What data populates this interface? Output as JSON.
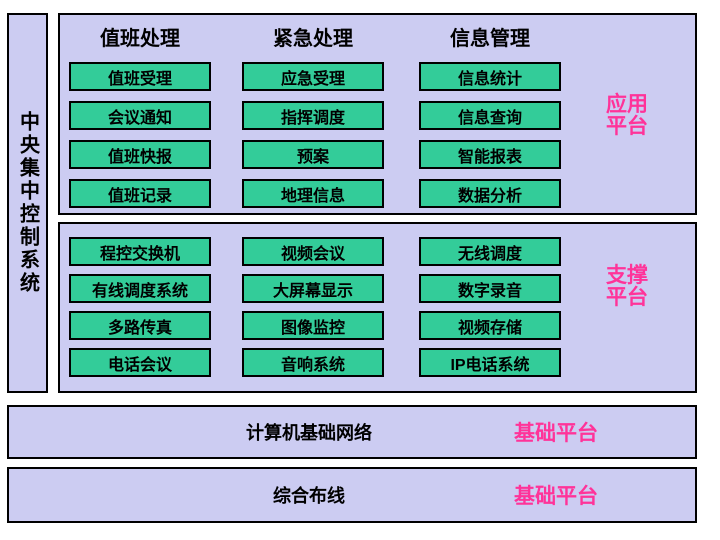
{
  "system_title": "中央集中控制系统",
  "application": {
    "label": "应用平台",
    "columns": [
      {
        "header": "值班处理",
        "items": [
          "值班受理",
          "会议通知",
          "值班快报",
          "值班记录"
        ]
      },
      {
        "header": "紧急处理",
        "items": [
          "应急受理",
          "指挥调度",
          "预案",
          "地理信息"
        ]
      },
      {
        "header": "信息管理",
        "items": [
          "信息统计",
          "信息查询",
          "智能报表",
          "数据分析"
        ]
      }
    ]
  },
  "support": {
    "label": "支撑平台",
    "columns": [
      {
        "items": [
          "程控交换机",
          "有线调度系统",
          "多路传真",
          "电话会议"
        ]
      },
      {
        "items": [
          "视频会议",
          "大屏幕显示",
          "图像监控",
          "音响系统"
        ]
      },
      {
        "items": [
          "无线调度",
          "数字录音",
          "视频存储",
          "IP电话系统"
        ]
      }
    ]
  },
  "base_layers": [
    {
      "name": "计算机基础网络",
      "label": "基础平台"
    },
    {
      "name": "综合布线",
      "label": "基础平台"
    }
  ],
  "colors": {
    "panel_background": "#CCCCF2",
    "module_green": "#33CC99",
    "accent_pink": "#FF3399",
    "border_black": "#000000",
    "page_background": "#FFFFFF"
  }
}
